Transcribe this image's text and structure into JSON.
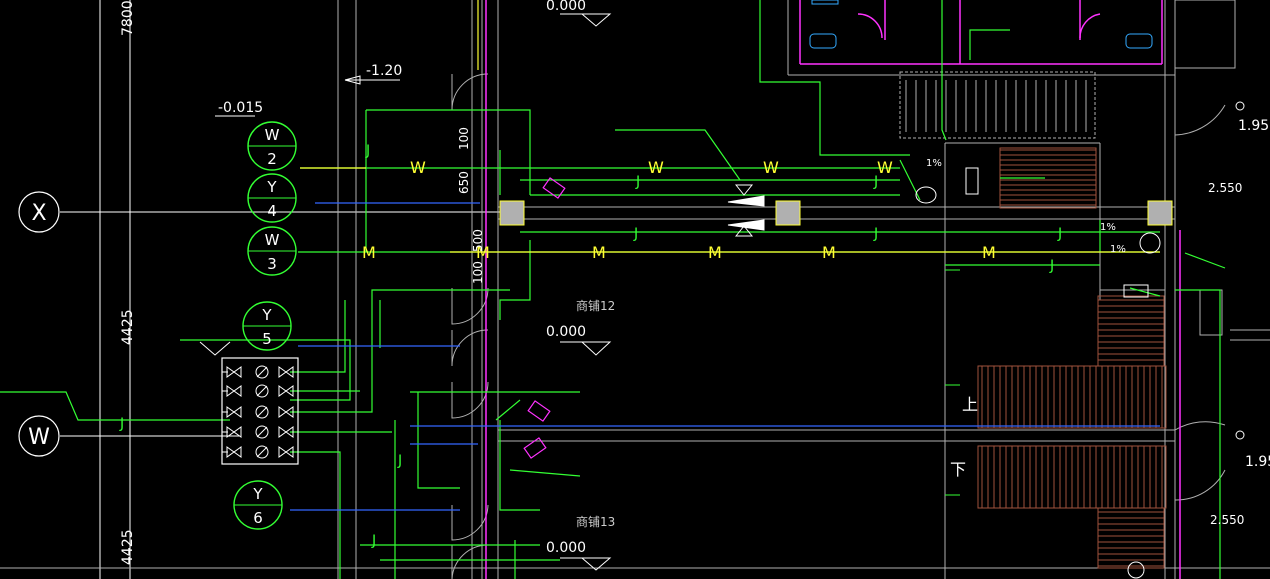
{
  "colors": {
    "background": "#000000",
    "grid_axis": "#ffffff",
    "wall": "#b0b0b0",
    "pipe_green": "#33ff33",
    "pipe_blue": "#3366ff",
    "pipe_yellow": "#ffff33",
    "magenta": "#ff33ff",
    "stair": "#a0523d",
    "column_fill": "#b0b0b0"
  },
  "axis_bubbles": [
    {
      "id": "X",
      "label": "X"
    },
    {
      "id": "W",
      "label": "W"
    }
  ],
  "riser_tags": [
    {
      "letter": "W",
      "number": "2"
    },
    {
      "letter": "Y",
      "number": "4"
    },
    {
      "letter": "W",
      "number": "3"
    },
    {
      "letter": "Y",
      "number": "5"
    },
    {
      "letter": "Y",
      "number": "6"
    }
  ],
  "pipe_codes": {
    "waste": "W",
    "drain": "M",
    "gas": "J"
  },
  "dimensions": {
    "top": "7800",
    "mid": "4425",
    "bottom": "4425",
    "door_widths": [
      "100",
      "650",
      "500",
      "100"
    ]
  },
  "levels": {
    "elev_1": "-0.015",
    "elev_2": "-1.20",
    "floor_top": "0.000",
    "floor_mid": "0.000",
    "floor_bottom": "0.000",
    "right_1": "1.95",
    "right_2": "2.550",
    "right_3": "1.95",
    "right_4": "2.550"
  },
  "room_labels": {
    "room_12": "商铺12",
    "room_13": "商铺13"
  },
  "stair_labels": {
    "up": "上",
    "down": "下"
  },
  "slope_labels": {
    "slope_1": "1%",
    "slope_2": "1%",
    "slope_3": "1%"
  }
}
